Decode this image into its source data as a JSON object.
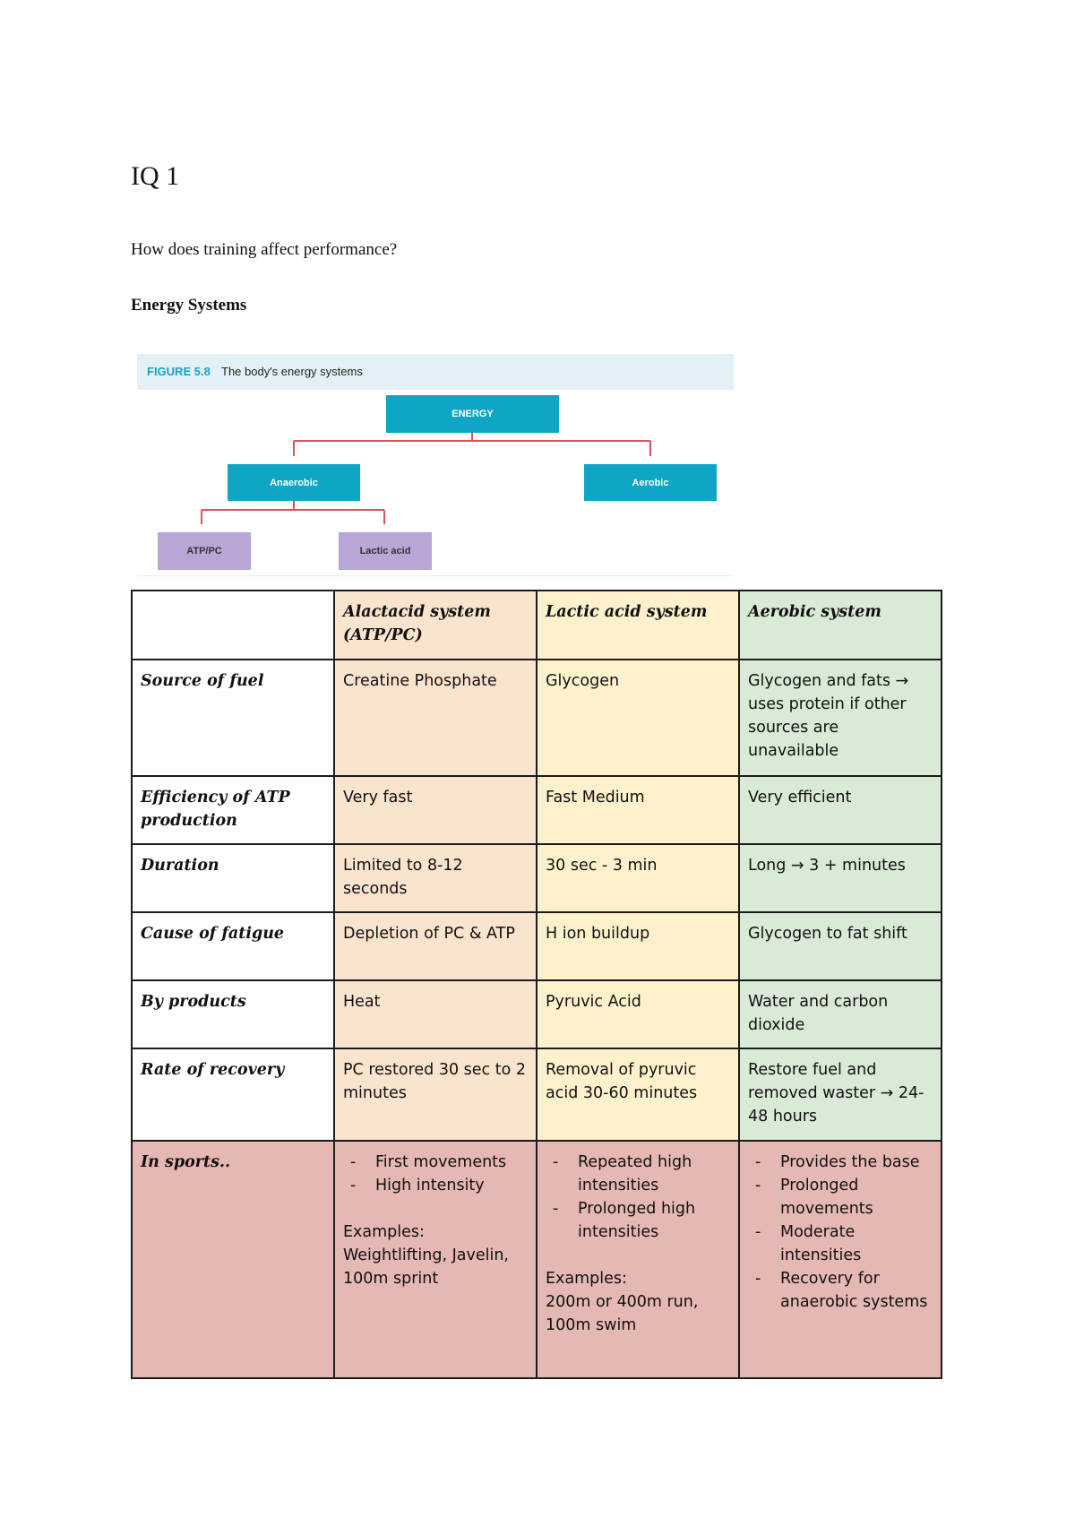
{
  "page": {
    "title": "IQ 1",
    "question": "How does training affect performance?",
    "section_heading": "Energy Systems"
  },
  "figure": {
    "label": "FIGURE 5.8",
    "caption": "The body's energy systems",
    "nodes": {
      "energy": "ENERGY",
      "anaerobic": "Anaerobic",
      "aerobic": "Aerobic",
      "atp_pc": "ATP/PC",
      "lactic_acid": "Lactic acid"
    },
    "colors": {
      "header_bg": "#e3f1f6",
      "node_blue": "#0fa5c4",
      "node_purple": "#b7a6d6",
      "connector": "#e0505a"
    }
  },
  "table": {
    "headers": [
      "",
      "Alactacid system (ATP/PC)",
      "Lactic acid system",
      "Aerobic system"
    ],
    "rows": [
      {
        "label": "Source of fuel",
        "alactacid": "Creatine Phosphate",
        "lactic": "Glycogen",
        "aerobic": "Glycogen and fats → uses protein if other sources are unavailable"
      },
      {
        "label": "Efficiency of ATP production",
        "alactacid": "Very fast",
        "lactic": "Fast Medium",
        "aerobic": "Very efficient"
      },
      {
        "label": "Duration",
        "alactacid": "Limited to 8-12 seconds",
        "lactic": "30 sec - 3 min",
        "aerobic": "Long → 3 + minutes"
      },
      {
        "label": "Cause of fatigue",
        "alactacid": "Depletion of PC & ATP",
        "lactic": "H ion buildup",
        "aerobic": "Glycogen to fat shift"
      },
      {
        "label": "By products",
        "alactacid": "Heat",
        "lactic": "Pyruvic Acid",
        "aerobic": "Water and carbon dioxide"
      },
      {
        "label": "Rate of recovery",
        "alactacid": "PC restored 30 sec to 2 minutes",
        "lactic": "Removal of pyruvic acid 30-60 minutes",
        "aerobic": "Restore fuel and removed waster → 24-48 hours"
      }
    ],
    "sports": {
      "label": "In sports..",
      "alactacid": {
        "bullets": [
          "First movements",
          "High intensity"
        ],
        "examples_label": "Examples:",
        "examples": "Weightlifting, Javelin, 100m sprint"
      },
      "lactic": {
        "bullets": [
          "Repeated high intensities",
          "Prolonged high intensities"
        ],
        "examples_label": "Examples:",
        "examples": "200m or 400m run, 100m swim"
      },
      "aerobic": {
        "bullets": [
          "Provides the base",
          "Prolonged movements",
          "Moderate intensities",
          "Recovery for anaerobic systems"
        ]
      }
    },
    "colors": {
      "alactacid": "#fbe4cd",
      "lactic": "#fef1cc",
      "aerobic": "#d9ead6",
      "sports_row": "#e5b8b3"
    }
  }
}
